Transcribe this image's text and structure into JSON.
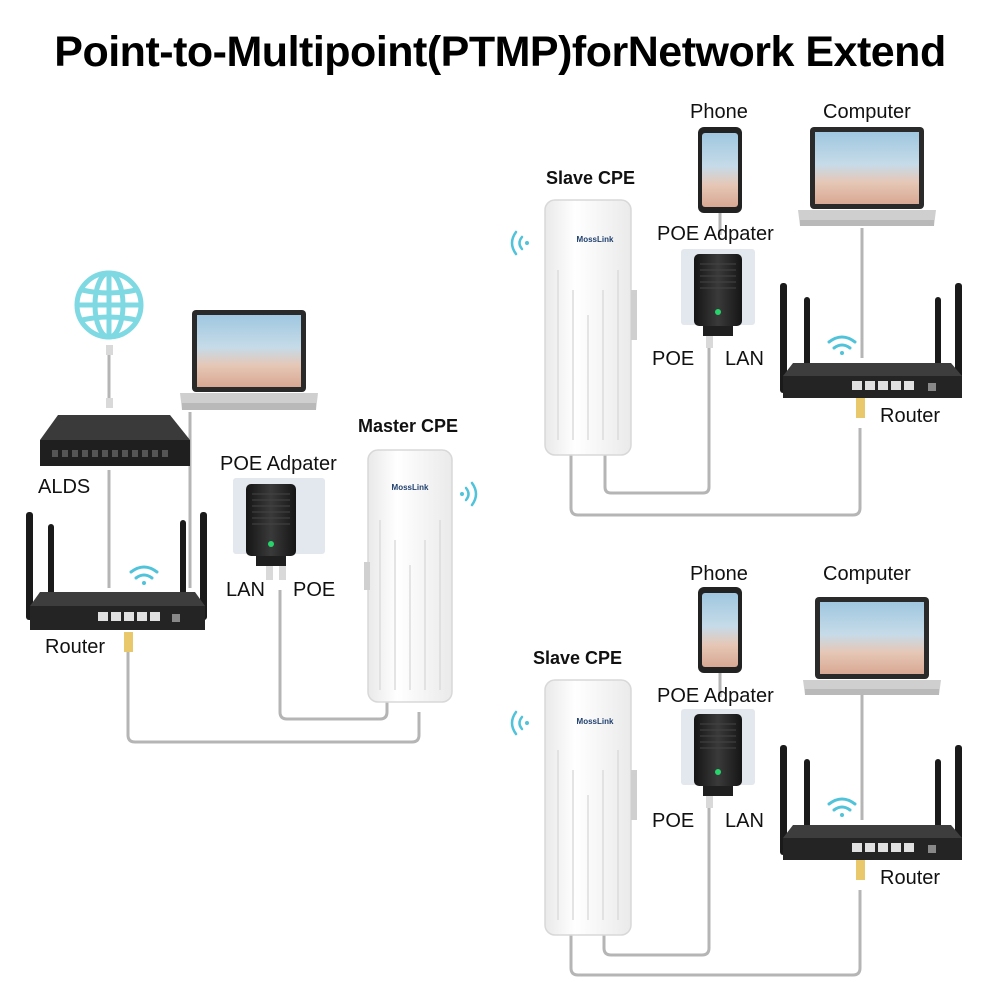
{
  "title": "Point-to-Multipoint(PTMP)forNetwork Extend",
  "brand": "MossLink",
  "left": {
    "alds": "ALDS",
    "router": "Router",
    "poe_adapter": "POE Adpater",
    "lan": "LAN",
    "poe": "POE",
    "master_cpe": "Master CPE"
  },
  "slave_top": {
    "cpe": "Slave CPE",
    "phone": "Phone",
    "computer": "Computer",
    "poe_adapter": "POE Adpater",
    "poe": "POE",
    "lan": "LAN",
    "router": "Router"
  },
  "slave_bottom": {
    "cpe": "Slave CPE",
    "phone": "Phone",
    "computer": "Computer",
    "poe_adapter": "POE Adpater",
    "poe": "POE",
    "lan": "LAN",
    "router": "Router"
  },
  "colors": {
    "cable": "#b5b5b5",
    "router_body": "#2b2b2b",
    "wifi": "#4fc3d9",
    "globe": "#7fd9e3",
    "cpe_body": "#f7f7f7",
    "cpe_edge": "#d8d8d8"
  }
}
